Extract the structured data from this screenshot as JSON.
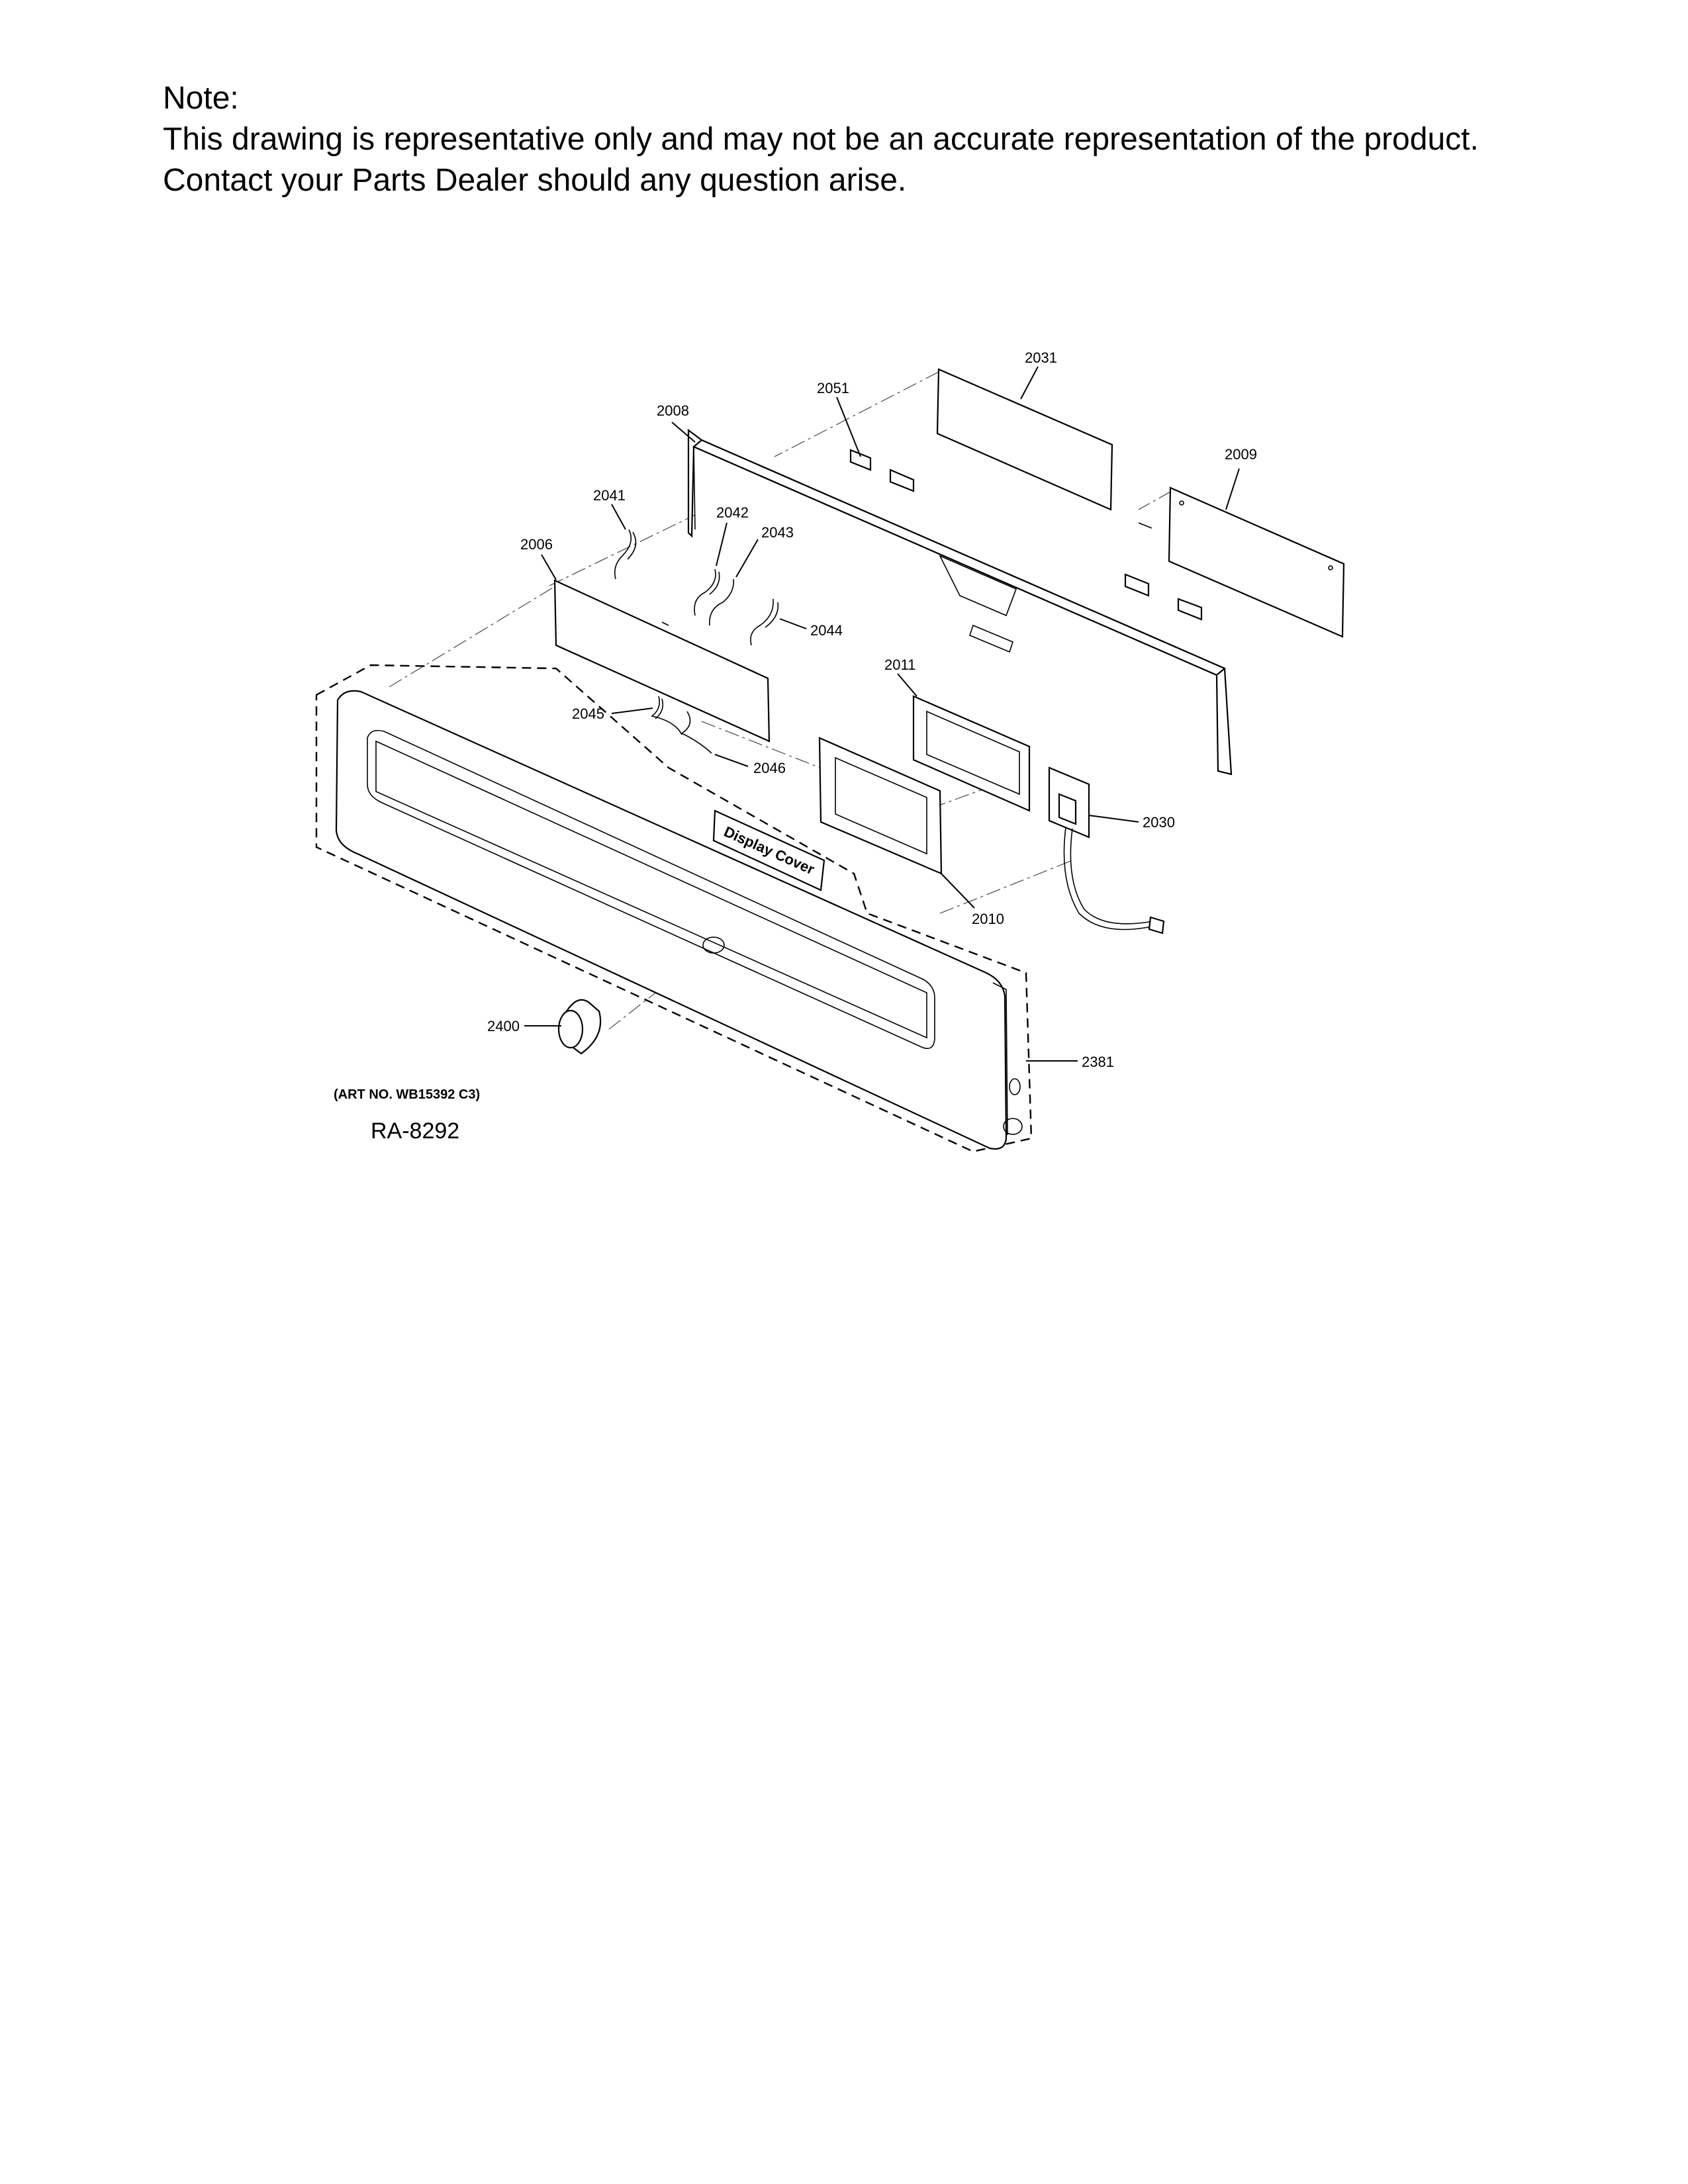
{
  "note": {
    "heading": "Note:",
    "line1": "This drawing is representative only and may not be an accurate representation of the product.",
    "line2": "Contact your Parts Dealer should any question arise."
  },
  "callouts": {
    "p2031": "2031",
    "p2051": "2051",
    "p2008": "2008",
    "p2009": "2009",
    "p2041": "2041",
    "p2042": "2042",
    "p2043": "2043",
    "p2006": "2006",
    "p2044": "2044",
    "p2011": "2011",
    "p2045": "2045",
    "p2046": "2046",
    "p2030": "2030",
    "p2010": "2010",
    "p2400": "2400",
    "p2381": "2381"
  },
  "display_cover_label": "Display Cover",
  "art_number": "(ART NO. WB15392 C3)",
  "drawing_id": "RA-8292"
}
